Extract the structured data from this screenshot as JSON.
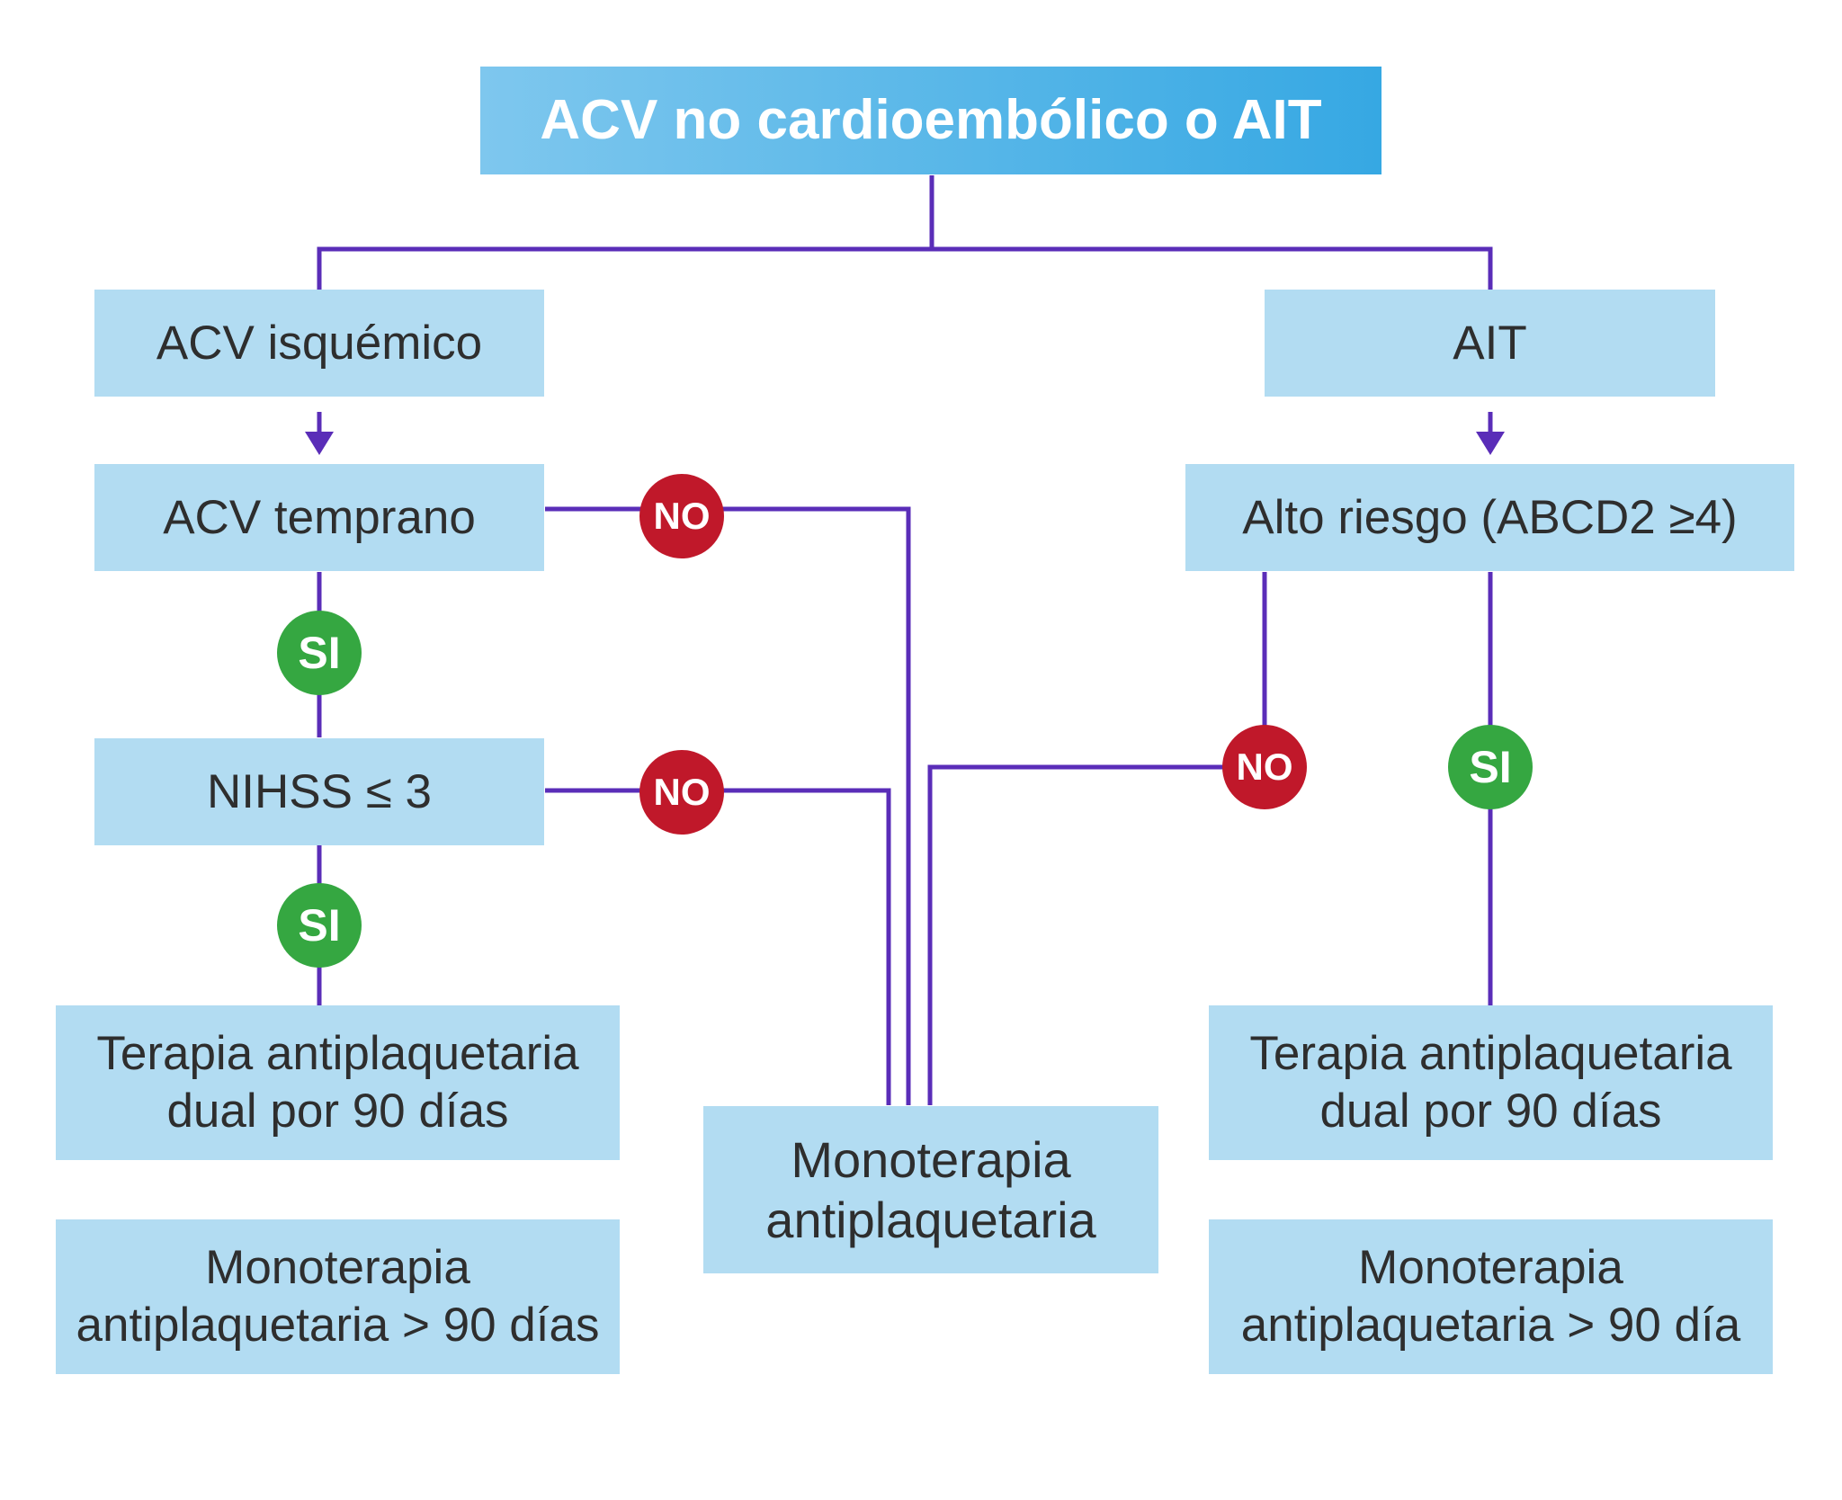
{
  "colors": {
    "connector": "#5a2db8",
    "box": "#b2dcf2",
    "title_start": "#7ec7ee",
    "title_end": "#36a8e3",
    "badge_no": "#c0182a",
    "badge_si": "#35a741"
  },
  "nodes": {
    "title": "ACV no cardioembólico o AIT",
    "acv_isquemico": "ACV isquémico",
    "ait": "AIT",
    "acv_temprano": "ACV temprano",
    "alto_riesgo": "Alto riesgo (ABCD2 ≥4)",
    "nihss": "NIHSS ≤ 3",
    "dual_left": [
      "Terapia antiplaquetaria",
      "dual por 90 días"
    ],
    "mono_left": [
      "Monoterapia",
      "antiplaquetaria > 90 días"
    ],
    "mono_center": [
      "Monoterapia",
      "antiplaquetaria"
    ],
    "dual_right": [
      "Terapia antiplaquetaria",
      "dual por 90 días"
    ],
    "mono_right": [
      "Monoterapia",
      "antiplaquetaria > 90 día"
    ]
  },
  "badges": {
    "no": "NO",
    "si": "SI"
  }
}
